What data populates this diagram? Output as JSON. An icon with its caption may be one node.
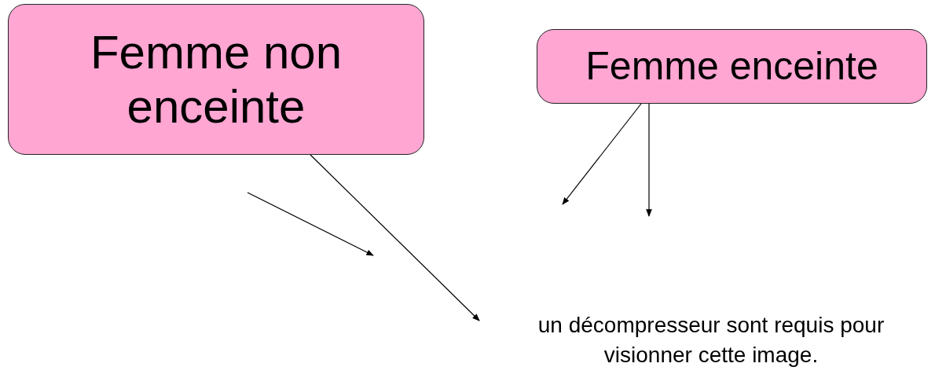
{
  "diagram": {
    "nodes": [
      {
        "text": [
          "Femme non enceinte"
        ]
      },
      {
        "text": [
          "Femme enceinte"
        ]
      }
    ],
    "edges": [
      {
        "from": 0,
        "to": null,
        "arrow": "to"
      },
      {
        "from": 1,
        "to": null,
        "arrow": "to"
      },
      {
        "from": 1,
        "to": null,
        "arrow": "to"
      }
    ],
    "labels": [
      "un décompresseur sont requis pour visionner cette image."
    ]
  }
}
